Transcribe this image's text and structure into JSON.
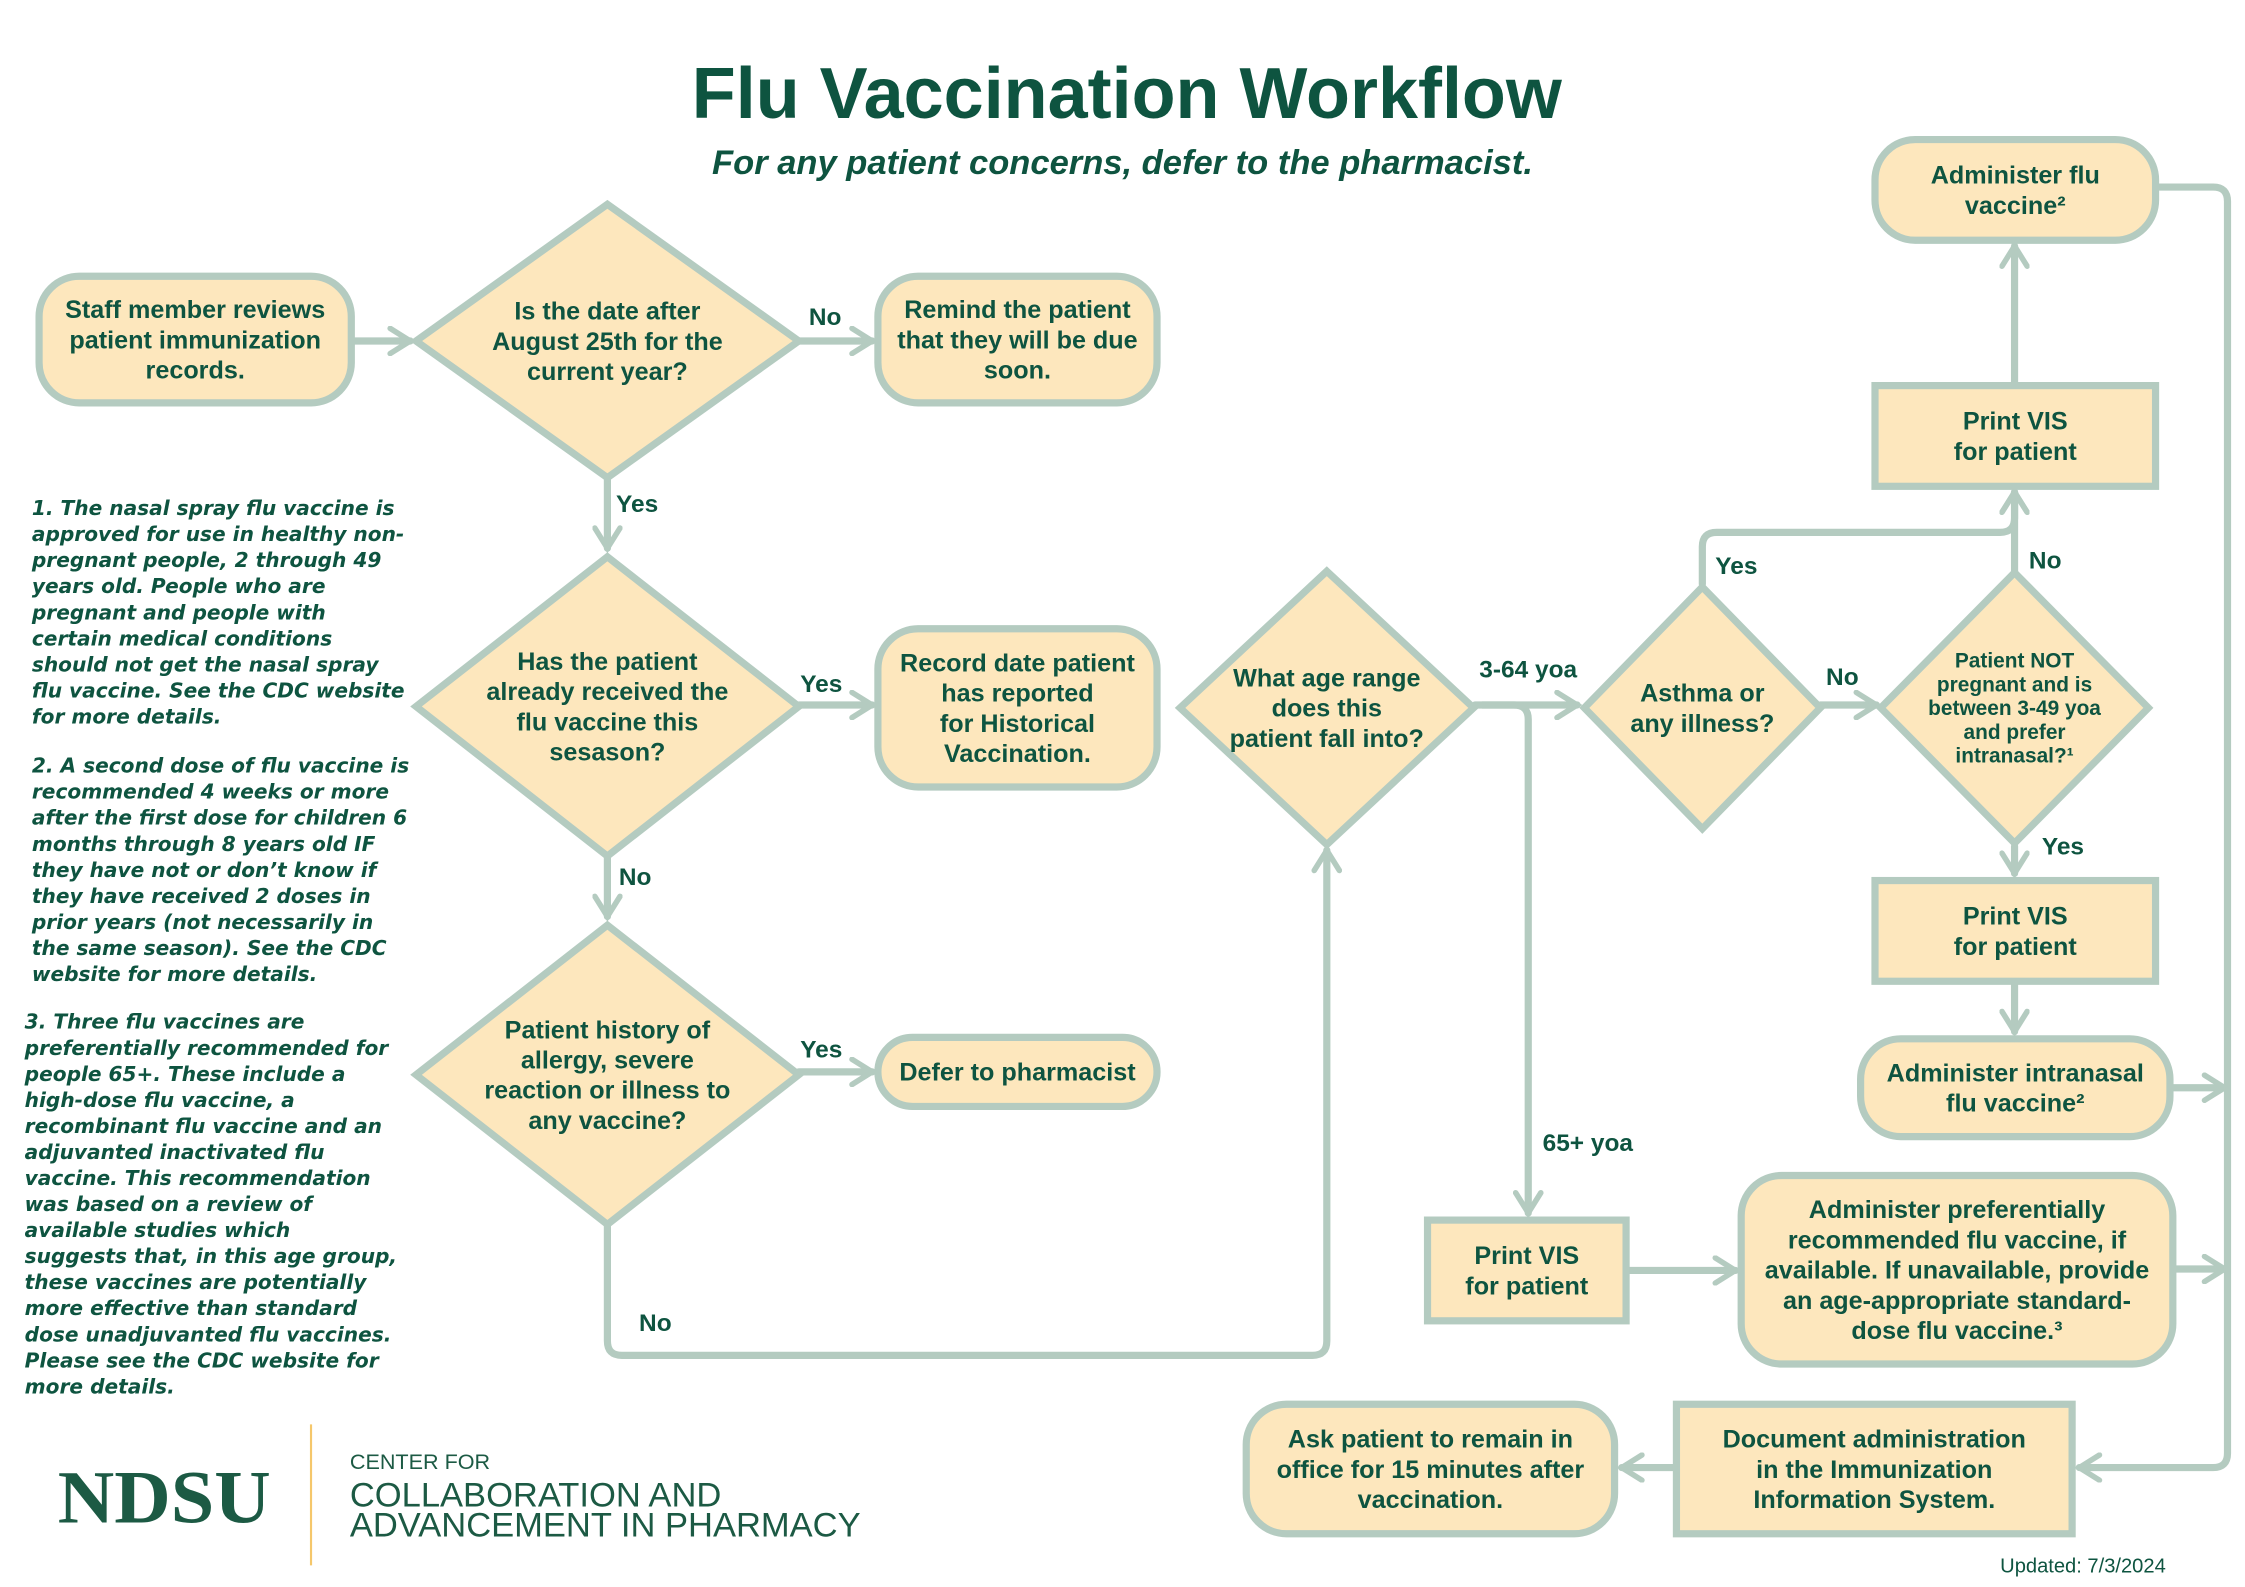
{
  "header": {
    "title": "Flu Vaccination Workflow",
    "subtitle": "For any patient concerns, defer to the pharmacist."
  },
  "nodes": {
    "staff_review": [
      "Staff member reviews",
      "patient immunization",
      "records."
    ],
    "date_check": [
      "Is the date after",
      "August 25th for the",
      "current year?"
    ],
    "remind": [
      "Remind the patient",
      "that they will be due",
      "soon."
    ],
    "already_received": [
      "Has the patient",
      "already received the",
      "flu vaccine this",
      "sesason?"
    ],
    "record_date": [
      "Record date patient",
      "has reported",
      "for Historical",
      "Vaccination."
    ],
    "allergy_history": [
      "Patient history of",
      "allergy, severe",
      "reaction or illness to",
      "any vaccine?"
    ],
    "defer": [
      "Defer to pharmacist"
    ],
    "age_range": [
      "What age range",
      "does this",
      "patient fall into?"
    ],
    "asthma": [
      "Asthma or",
      "any illness?"
    ],
    "intranasal_check": [
      "Patient NOT",
      "pregnant and is",
      "between 3-49 yoa",
      "and prefer",
      "intranasal?¹"
    ],
    "print_vis_top": [
      "Print VIS",
      "for patient"
    ],
    "administer_flu": [
      "Administer flu",
      "vaccine²"
    ],
    "print_vis_mid": [
      "Print VIS",
      "for patient"
    ],
    "administer_intranasal": [
      "Administer intranasal",
      "flu vaccine²"
    ],
    "print_vis_65": [
      "Print VIS",
      "for patient"
    ],
    "administer_preferential": [
      "Administer preferentially",
      "recommended flu vaccine, if",
      "available. If unavailable, provide",
      "an age-appropriate standard-",
      "dose flu vaccine.³"
    ],
    "document": [
      "Document administration",
      "in the Immunization",
      "Information System."
    ],
    "ask_remain": [
      "Ask patient to remain in",
      "office for 15 minutes after",
      "vaccination."
    ]
  },
  "edge_labels": {
    "date_no": "No",
    "date_yes": "Yes",
    "received_yes": "Yes",
    "received_no": "No",
    "allergy_yes": "Yes",
    "allergy_no": "No",
    "age_3_64": "3-64 yoa",
    "age_65": "65+ yoa",
    "asthma_no": "No",
    "asthma_yes": "Yes",
    "intranasal_no": "No",
    "intranasal_yes": "Yes"
  },
  "notes": [
    [
      "1. The nasal spray flu vaccine is",
      "approved for use in healthy non-",
      "pregnant people, 2 through 49",
      "years old. People who are",
      "pregnant and people with",
      "certain medical conditions",
      "should not get the nasal spray",
      "flu vaccine. See the CDC website",
      "for more details."
    ],
    [
      "2. A second dose of flu vaccine is",
      "recommended 4 weeks or more",
      "after the first dose for children 6",
      "months through 8 years old IF",
      "they have not or don’t know if",
      "they have received 2 doses in",
      "prior years (not necessarily in",
      "the same season). See the CDC",
      "website for more details."
    ],
    [
      "3. Three flu vaccines are",
      "preferentially recommended for",
      "people 65+. These include a",
      "high-dose flu vaccine, a",
      "recombinant  flu vaccine and an",
      "adjuvanted inactivated flu",
      "vaccine. This recommendation",
      "was based on a review of",
      "available studies which",
      "suggests that, in this age group,",
      "these vaccines are potentially",
      "more effective than standard",
      "dose unadjuvanted flu vaccines.",
      "Please see the CDC website for",
      "more details."
    ]
  ],
  "footer": {
    "logo": "NDSU",
    "center_for": "CENTER FOR",
    "center_line1": "COLLABORATION AND",
    "center_line2": "ADVANCEMENT IN PHARMACY",
    "updated": "Updated: 7/3/2024"
  },
  "colors": {
    "text": "#0e5440",
    "fill": "#fde7bd",
    "stroke": "#b4cbc0",
    "divider": "#f5c76b"
  }
}
